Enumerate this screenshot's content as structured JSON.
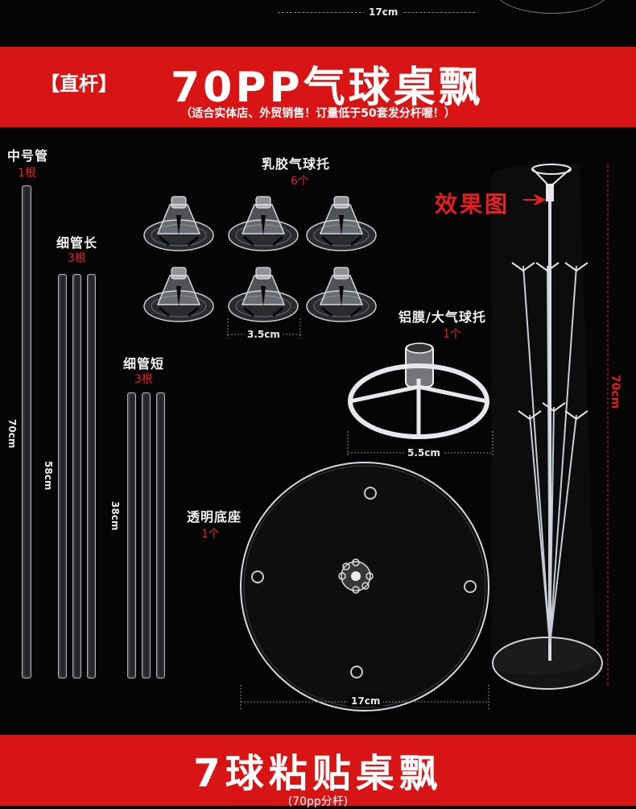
{
  "top_strip": {
    "dim": "17cm"
  },
  "banner1": {
    "tag": "【直杆】",
    "title": "70PP气球桌飘",
    "subtitle": "（适合实体店、外贸销售！订量低于50套发分杆喔！）"
  },
  "parts": {
    "medium_tube": {
      "name": "中号管",
      "count": "1根",
      "length": "70cm"
    },
    "thin_long": {
      "name": "细管长",
      "count": "3根",
      "length": "58cm"
    },
    "thin_short": {
      "name": "细管短",
      "count": "3根",
      "length": "38cm"
    },
    "latex_holder": {
      "name": "乳胶气球托",
      "count": "6个",
      "dim": "3.5cm"
    },
    "foil_holder": {
      "name": "铝膜/大气球托",
      "count": "1个",
      "dim": "5.5cm"
    },
    "base": {
      "name": "透明底座",
      "count": "1个",
      "dim": "17cm"
    }
  },
  "effect": {
    "label": "效果图",
    "height": "70cm"
  },
  "banner2": {
    "title": "7球粘贴桌飘",
    "subtitle": "(70pp分杆)"
  },
  "colors": {
    "brand_red": "#d71515",
    "text_red": "#e51d1d",
    "background": "#050505"
  }
}
